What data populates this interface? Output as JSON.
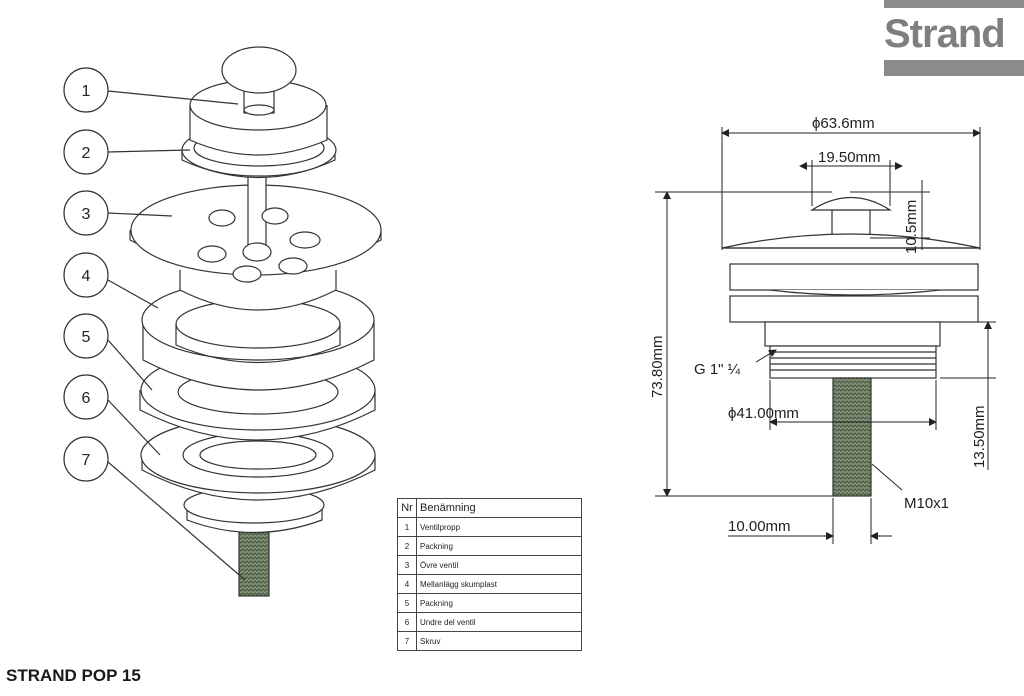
{
  "brand": {
    "name": "Strand"
  },
  "title": "STRAND POP 15",
  "callouts": [
    "1",
    "2",
    "3",
    "4",
    "5",
    "6",
    "7"
  ],
  "parts_table": {
    "headers": {
      "nr": "Nr",
      "name": "Benämning"
    },
    "rows": [
      {
        "nr": "1",
        "name": "Ventilpropp"
      },
      {
        "nr": "2",
        "name": "Packning"
      },
      {
        "nr": "3",
        "name": "Övre ventil"
      },
      {
        "nr": "4",
        "name": "Mellanlägg skumplast"
      },
      {
        "nr": "5",
        "name": "Packning"
      },
      {
        "nr": "6",
        "name": "Undre del ventil"
      },
      {
        "nr": "7",
        "name": "Skruv"
      }
    ]
  },
  "dimensions": {
    "outer_diameter": "ϕ63.6mm",
    "knob_diameter": "19.50mm",
    "knob_height": "10.5mm",
    "total_height": "73.80mm",
    "thread": "G 1\" ¼",
    "thread_diameter": "ϕ41.00mm",
    "thread_height": "13.50mm",
    "screw_thread": "M10x1",
    "screw_diameter": "10.00mm"
  }
}
